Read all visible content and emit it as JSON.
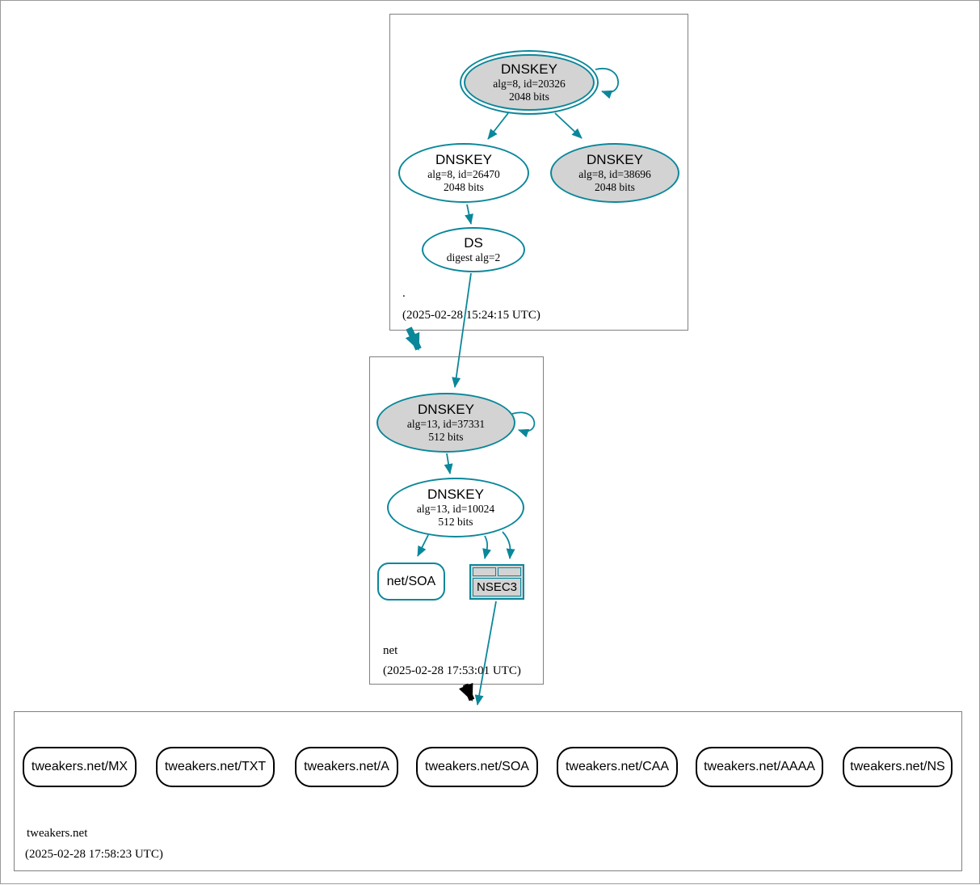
{
  "colors": {
    "secure": "#0a879a",
    "key_fill": "#d3d3d3",
    "zone_border": "#808080",
    "rrset_border": "#000000"
  },
  "zones": [
    {
      "label": ".",
      "timestamp": "(2025-02-28 15:24:15 UTC)",
      "nodes": {
        "dnskey_20326": {
          "title": "DNSKEY",
          "detail1": "alg=8, id=20326",
          "detail2": "2048 bits"
        },
        "dnskey_26470": {
          "title": "DNSKEY",
          "detail1": "alg=8, id=26470",
          "detail2": "2048 bits"
        },
        "dnskey_38696": {
          "title": "DNSKEY",
          "detail1": "alg=8, id=38696",
          "detail2": "2048 bits"
        },
        "ds": {
          "title": "DS",
          "detail1": "digest alg=2"
        }
      }
    },
    {
      "label": "net",
      "timestamp": "(2025-02-28 17:53:01 UTC)",
      "nodes": {
        "dnskey_37331": {
          "title": "DNSKEY",
          "detail1": "alg=13, id=37331",
          "detail2": "512 bits"
        },
        "dnskey_10024": {
          "title": "DNSKEY",
          "detail1": "alg=13, id=10024",
          "detail2": "512 bits"
        },
        "soa": {
          "label": "net/SOA"
        },
        "nsec3": {
          "label": "NSEC3"
        }
      }
    },
    {
      "label": "tweakers.net",
      "timestamp": "(2025-02-28 17:58:23 UTC)",
      "rrsets": [
        {
          "label": "tweakers.net/MX"
        },
        {
          "label": "tweakers.net/TXT"
        },
        {
          "label": "tweakers.net/A"
        },
        {
          "label": "tweakers.net/SOA"
        },
        {
          "label": "tweakers.net/CAA"
        },
        {
          "label": "tweakers.net/AAAA"
        },
        {
          "label": "tweakers.net/NS"
        }
      ]
    }
  ]
}
